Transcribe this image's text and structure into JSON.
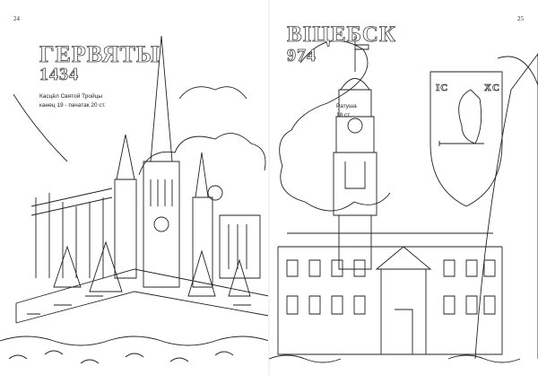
{
  "left_page": {
    "page_number": "24",
    "city": "ГЕРВЯТЫ",
    "year": "1434",
    "caption_line1": "Касцёл Святой Тройцы",
    "caption_line2": "канец 19 - пачатак 20 ст."
  },
  "right_page": {
    "page_number": "25",
    "city": "ВІЦЕБСК",
    "year": "974",
    "caption_line1": "Ратуша",
    "caption_line2": "18 ст.",
    "emblem_left": "IC",
    "emblem_right": "XC"
  }
}
